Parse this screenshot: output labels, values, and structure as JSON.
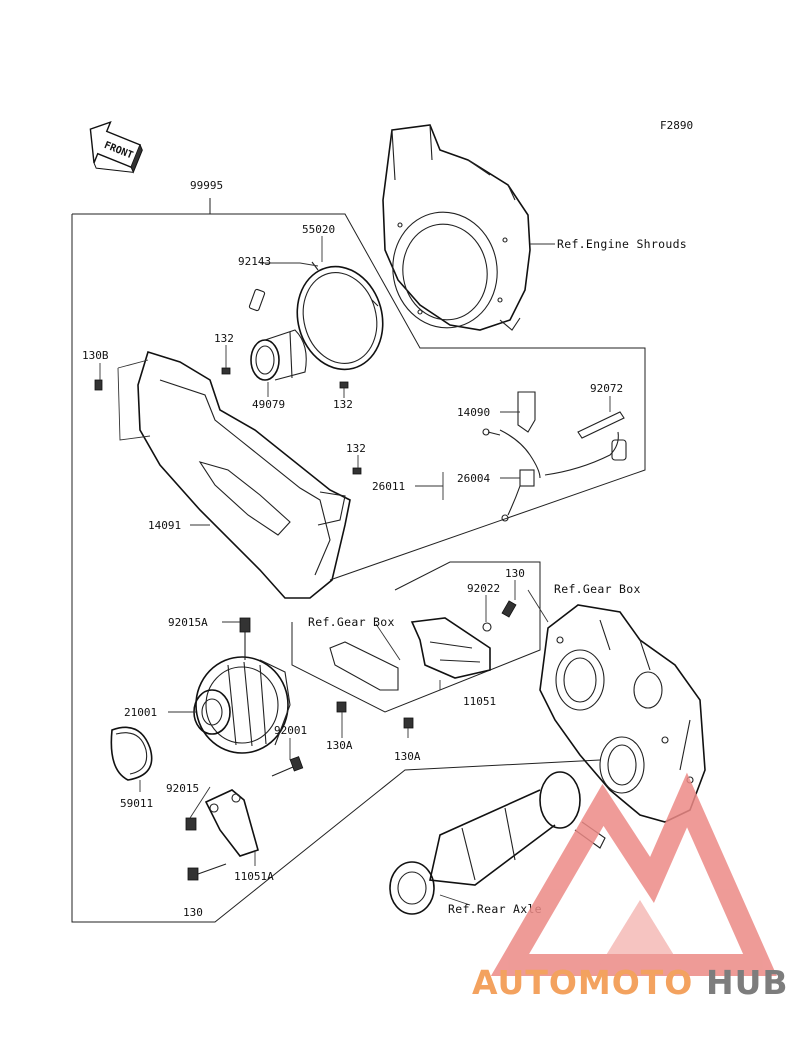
{
  "figure_code": "F2890",
  "front_label": "FRONT",
  "parts": [
    {
      "id": "p99995",
      "text": "99995"
    },
    {
      "id": "p55020",
      "text": "55020"
    },
    {
      "id": "p92143",
      "text": "92143"
    },
    {
      "id": "p130B",
      "text": "130B"
    },
    {
      "id": "p132a",
      "text": "132"
    },
    {
      "id": "p49079",
      "text": "49079"
    },
    {
      "id": "p132b",
      "text": "132"
    },
    {
      "id": "p132c",
      "text": "132"
    },
    {
      "id": "p92072",
      "text": "92072"
    },
    {
      "id": "p14090",
      "text": "14090"
    },
    {
      "id": "p26004",
      "text": "26004"
    },
    {
      "id": "p26011",
      "text": "26011"
    },
    {
      "id": "p14091",
      "text": "14091"
    },
    {
      "id": "p130a",
      "text": "130"
    },
    {
      "id": "p92022",
      "text": "92022"
    },
    {
      "id": "p92015A",
      "text": "92015A"
    },
    {
      "id": "p21001",
      "text": "21001"
    },
    {
      "id": "p92001",
      "text": "92001"
    },
    {
      "id": "p130A1",
      "text": "130A"
    },
    {
      "id": "p130A2",
      "text": "130A"
    },
    {
      "id": "p11051",
      "text": "11051"
    },
    {
      "id": "p92015",
      "text": "92015"
    },
    {
      "id": "p59011",
      "text": "59011"
    },
    {
      "id": "p11051A",
      "text": "11051A"
    },
    {
      "id": "p130b",
      "text": "130"
    }
  ],
  "references": {
    "engine_shrouds": "Ref.Engine Shrouds",
    "gear_box_left": "Ref.Gear Box",
    "gear_box_right": "Ref.Gear Box",
    "rear_axle": "Ref.Rear Axle"
  },
  "watermark": {
    "text_a": "AUTOMOTO",
    "text_b": "HUB",
    "color_a": "#f3a25f",
    "color_b": "#7d7d7d",
    "logo_color": "#ec8a86"
  }
}
